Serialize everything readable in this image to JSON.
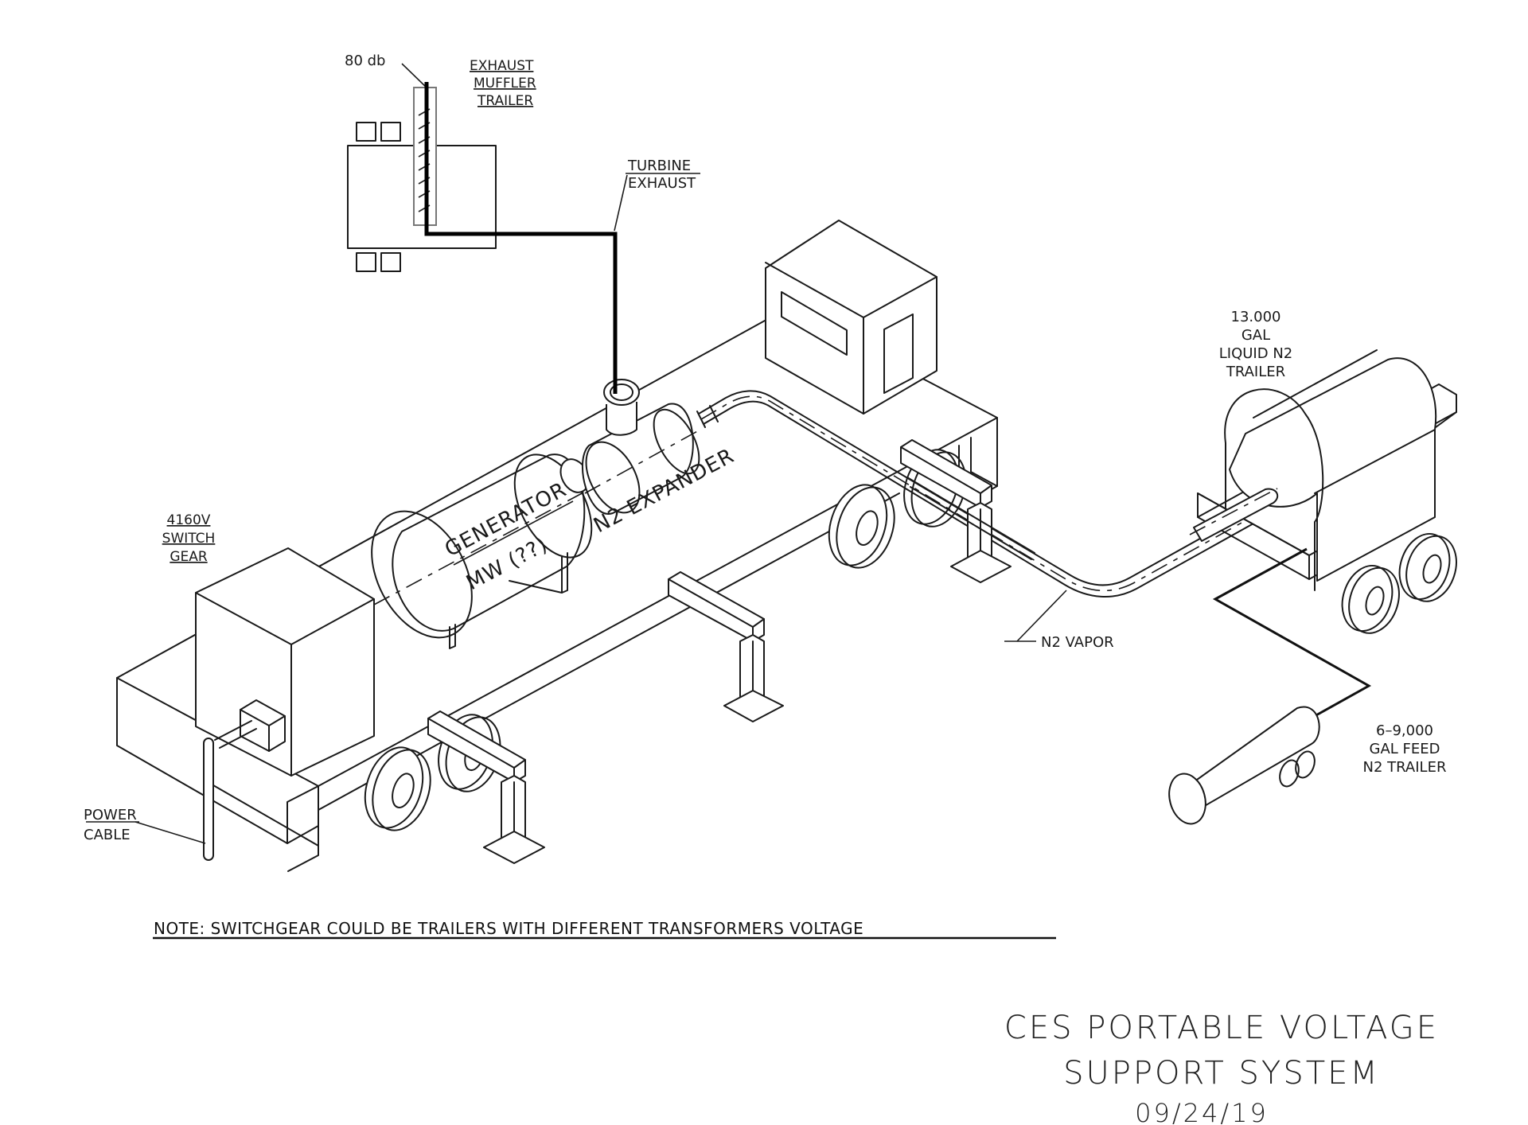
{
  "title_block": {
    "line1": "CES PORTABLE VOLTAGE",
    "line2": "SUPPORT SYSTEM",
    "date": "09/24/19"
  },
  "note": "NOTE:  SWITCHGEAR COULD BE TRAILERS WITH DIFFERENT TRANSFORMERS VOLTAGE",
  "labels": {
    "noise_level": "80 db",
    "exhaust_muffler_trailer": [
      "EXHAUST",
      "MUFFLER",
      "TRAILER"
    ],
    "turbine_exhaust": [
      "TURBINE",
      "EXHAUST"
    ],
    "liquid_n2_trailer": [
      "13.000",
      "GAL",
      "LIQUID  N2",
      "TRAILER"
    ],
    "switch_gear": [
      "4160V",
      "SWITCH",
      "GEAR"
    ],
    "generator": [
      "GENERATOR",
      "MW (??)"
    ],
    "n2_expander": "N2  EXPANDER",
    "n2_vapor": "N2  VAPOR",
    "feed_n2_trailer": [
      "6–9,000",
      "GAL  FEED",
      "N2  TRAILER"
    ],
    "power_cable": [
      "POWER",
      "CABLE"
    ]
  },
  "components": [
    {
      "id": "exhaust-muffler-trailer",
      "icon": "muffler-trailer-icon"
    },
    {
      "id": "main-trailer",
      "icon": "flatbed-trailer-icon"
    },
    {
      "id": "switchgear",
      "icon": "switchgear-box-icon"
    },
    {
      "id": "generator",
      "icon": "generator-cylinder-icon"
    },
    {
      "id": "n2-expander",
      "icon": "turbine-expander-icon"
    },
    {
      "id": "control-cab",
      "icon": "control-cab-icon"
    },
    {
      "id": "liquid-n2-trailer",
      "icon": "tank-trailer-icon"
    },
    {
      "id": "feed-n2-trailer",
      "icon": "tube-trailer-icon"
    },
    {
      "id": "pipe-supports",
      "icon": "pipe-support-icon"
    }
  ]
}
